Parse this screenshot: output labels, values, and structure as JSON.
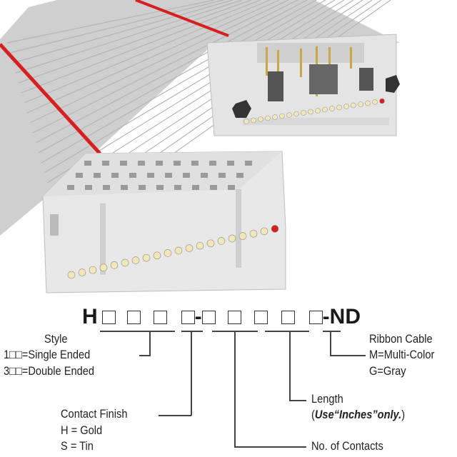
{
  "part_number": {
    "prefix": "H",
    "separator": "-",
    "suffix": "-ND",
    "group1_boxes": 4,
    "group2_boxes": 5
  },
  "fields": {
    "style": {
      "title": "Style",
      "options": [
        "1□□=Single Ended",
        "3□□=Double Ended"
      ]
    },
    "contact_finish": {
      "title": "Contact Finish",
      "options": [
        "H = Gold",
        "S = Tin"
      ]
    },
    "contacts": {
      "title": "No. of Contacts"
    },
    "length": {
      "title": "Length",
      "note_open": "(",
      "note_bold": "Use“Inches”only.",
      "note_close": ")"
    },
    "ribbon": {
      "title": "Ribbon Cable",
      "options": [
        "M=Multi-Color",
        "G=Gray"
      ]
    }
  },
  "colors": {
    "cable": "#c9c9c9",
    "stripe": "#d62020",
    "connector": "#e6e6e6",
    "gold": "#c9a64a"
  }
}
